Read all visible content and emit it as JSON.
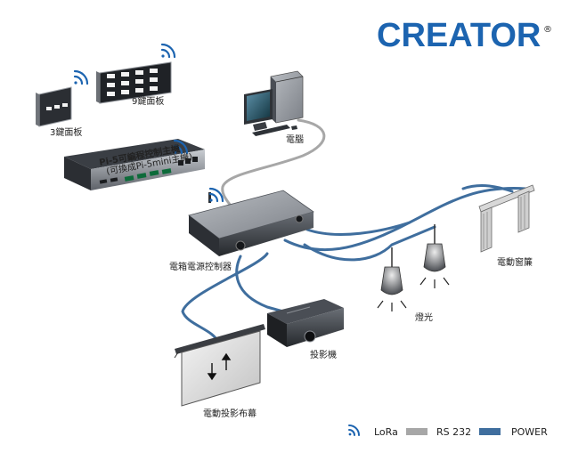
{
  "brand": {
    "name": "CREATOR",
    "mark": "®",
    "color": "#1c64b0"
  },
  "devices": {
    "panel_9key": {
      "label": "9鍵面板"
    },
    "panel_3key": {
      "label": "3鍵面板"
    },
    "computer": {
      "label": "電腦"
    },
    "main_controller": {
      "title": "Pi-5可編程控制主機",
      "subtitle": "(可換成Pi-5mini主機)"
    },
    "power_controller": {
      "label": "電箱電源控制器"
    },
    "curtain": {
      "label": "電動窗簾"
    },
    "lights": {
      "label": "燈光"
    },
    "projector": {
      "label": "投影機"
    },
    "screen": {
      "label": "電動投影布幕"
    }
  },
  "legend": {
    "lora": {
      "label": "LoRa",
      "color": "#1c64b0"
    },
    "rs232": {
      "label": "RS 232",
      "color": "#a7a7a7"
    },
    "power": {
      "label": "POWER",
      "color": "#3f6e9e"
    }
  },
  "icons": {
    "wireless": "wifi-icon",
    "screen_arrows": "up-down-arrows-icon"
  }
}
